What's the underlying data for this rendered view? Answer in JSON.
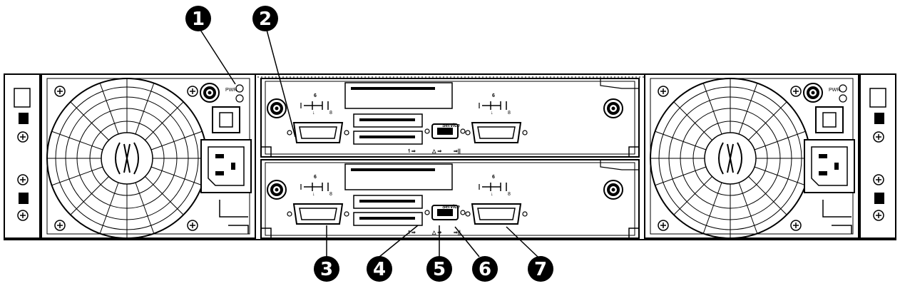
{
  "figure": {
    "background_color": "#ffffff",
    "line_color": "#000000",
    "fill_color": "#f7f7f7"
  },
  "chassis": {
    "power_supplies": [
      {
        "icon": "power-supply-left"
      },
      {
        "icon": "power-supply-right"
      }
    ],
    "controllers": [
      {
        "icon": "controller-top",
        "service_label": "Service"
      },
      {
        "icon": "controller-bottom",
        "service_label": "Service"
      }
    ]
  },
  "callouts": [
    {
      "number": "1"
    },
    {
      "number": "2"
    },
    {
      "number": "3"
    },
    {
      "number": "4"
    },
    {
      "number": "5"
    },
    {
      "number": "6"
    },
    {
      "number": "7"
    }
  ]
}
